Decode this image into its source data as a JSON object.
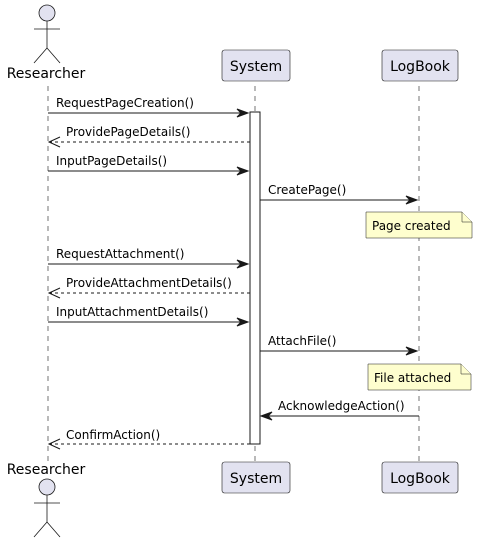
{
  "participants": {
    "researcher": "Researcher",
    "system": "System",
    "logbook": "LogBook"
  },
  "messages": [
    {
      "text": "RequestPageCreation()",
      "from": "researcher",
      "to": "system",
      "style": "solid"
    },
    {
      "text": "ProvidePageDetails()",
      "from": "system",
      "to": "researcher",
      "style": "dashed"
    },
    {
      "text": "InputPageDetails()",
      "from": "researcher",
      "to": "system",
      "style": "solid"
    },
    {
      "text": "CreatePage()",
      "from": "system",
      "to": "logbook",
      "style": "solid"
    },
    {
      "text": "RequestAttachment()",
      "from": "researcher",
      "to": "system",
      "style": "solid"
    },
    {
      "text": "ProvideAttachmentDetails()",
      "from": "system",
      "to": "researcher",
      "style": "dashed"
    },
    {
      "text": "InputAttachmentDetails()",
      "from": "researcher",
      "to": "system",
      "style": "solid"
    },
    {
      "text": "AttachFile()",
      "from": "system",
      "to": "logbook",
      "style": "solid"
    },
    {
      "text": "AcknowledgeAction()",
      "from": "logbook",
      "to": "system",
      "style": "solid"
    },
    {
      "text": "ConfirmAction()",
      "from": "system",
      "to": "researcher",
      "style": "dashed"
    }
  ],
  "notes": [
    {
      "text": "Page created",
      "over": "logbook"
    },
    {
      "text": "File attached",
      "over": "logbook"
    }
  ],
  "colors": {
    "participant_fill": "#e2e2f0",
    "note_fill": "#fefece",
    "line": "#181818"
  }
}
